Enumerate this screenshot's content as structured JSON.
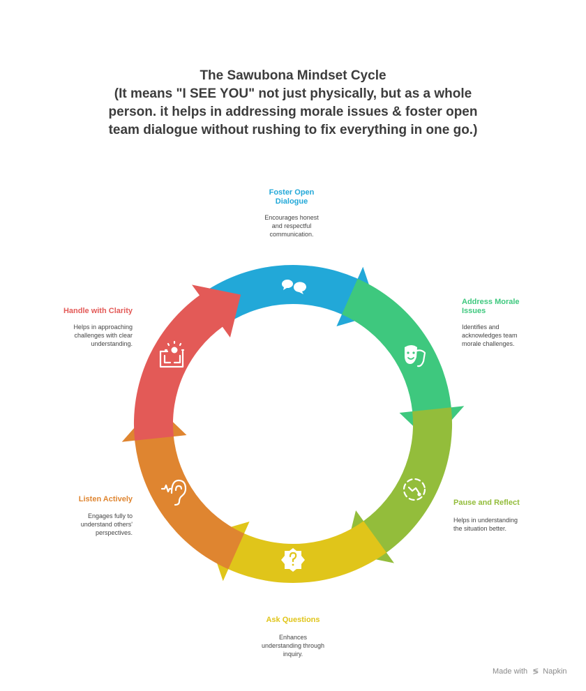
{
  "title": {
    "line1": "The Sawubona Mindset Cycle",
    "line2": "(It means \"I SEE YOU\" not just physically, but as a whole",
    "line3": "person. it helps in addressing morale issues & foster open",
    "line4": "team dialogue without rushing to fix everything in one go.)"
  },
  "steps": [
    {
      "label_1": "Foster Open",
      "label_2": "Dialogue",
      "desc_1": "Encourages honest",
      "desc_2": "and respectful",
      "desc_3": "communication.",
      "color": "#22a8d8",
      "icon": "speech-bubbles-icon"
    },
    {
      "label_1": "Address Morale",
      "label_2": "Issues",
      "desc_1": "Identifies and",
      "desc_2": "acknowledges team",
      "desc_3": "morale challenges.",
      "color": "#3ec87e",
      "icon": "comedy-tragedy-masks-icon"
    },
    {
      "label_1": "Pause and Reflect",
      "desc_1": "Helps in understanding",
      "desc_2": "the situation better.",
      "color": "#93bd3b",
      "icon": "dashed-circle-reflect-icon"
    },
    {
      "label_1": "Ask Questions",
      "desc_1": "Enhances",
      "desc_2": "understanding through",
      "desc_3": "inquiry.",
      "color": "#e0c51a",
      "icon": "question-badge-icon"
    },
    {
      "label_1": "Listen Actively",
      "desc_1": "Engages fully to",
      "desc_2": "understand others'",
      "desc_3": "perspectives.",
      "color": "#df8530",
      "icon": "ear-icon"
    },
    {
      "label_1": "Handle with Clarity",
      "desc_1": "Helps in approaching",
      "desc_2": "challenges with clear",
      "desc_3": "understanding.",
      "color": "#e35a57",
      "icon": "maze-lightbulb-icon"
    }
  ],
  "footer": {
    "made_with": "Made with",
    "brand": "Napkin"
  }
}
